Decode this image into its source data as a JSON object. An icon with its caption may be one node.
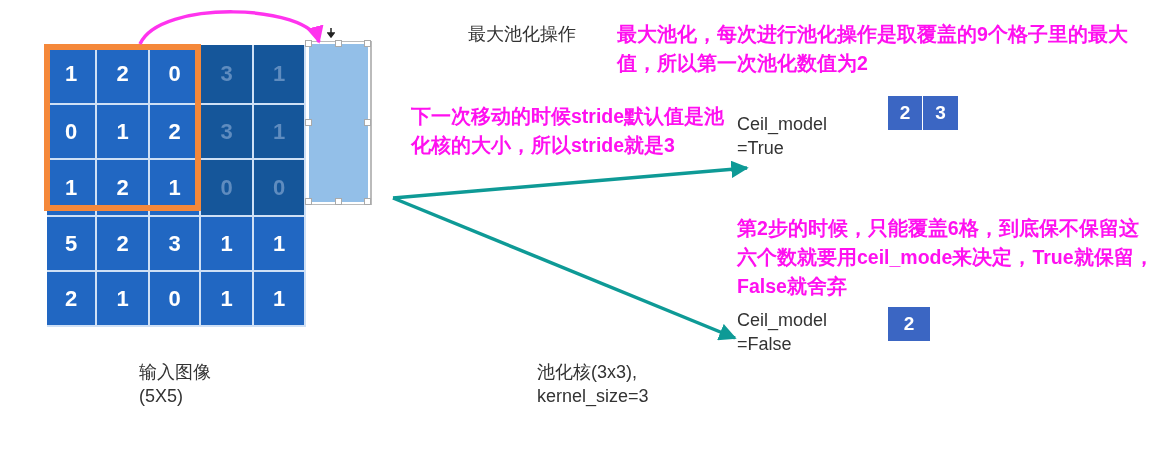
{
  "diagram": {
    "nodes": [
      {
        "text": [],
        "shape": "box"
      },
      {
        "text": [],
        "shape": "box"
      },
      {
        "text": [
          "Ceil_model =True"
        ]
      },
      {
        "text": [
          "Ceil_model =False"
        ]
      },
      {
        "text": [
          "2"
        ]
      },
      {
        "text": [
          "3"
        ]
      },
      {
        "text": [
          "2"
        ]
      }
    ],
    "edges": [
      {
        "from": 0,
        "to": 1,
        "arrow": "to",
        "color": "#ff33ee"
      },
      {
        "from": null,
        "to": 2,
        "arrow": "to"
      },
      {
        "from": null,
        "to": 3,
        "arrow": "to"
      }
    ],
    "labels": [
      "最大池化操作",
      "最大池化，每次进行池化操作是取覆盖的9个格子里的最大值，所以第一次池化数值为2",
      "下一次移动的时候stride默认值是池化核的大小，所以stride就是3",
      "第2步的时候，只能覆盖6格，到底保不保留这六个数就要用ceil_mode来决定，True就保留，False就舍弃",
      "1",
      "2",
      "0",
      "3",
      "1",
      "0",
      "1",
      "2",
      "3",
      "1",
      "1",
      "2",
      "1",
      "0",
      "0",
      "5",
      "2",
      "3",
      "1",
      "1",
      "2",
      "1",
      "0",
      "1",
      "1",
      "输入图像 (5X5)",
      "池化核(3x3), kernel_size=3"
    ]
  }
}
